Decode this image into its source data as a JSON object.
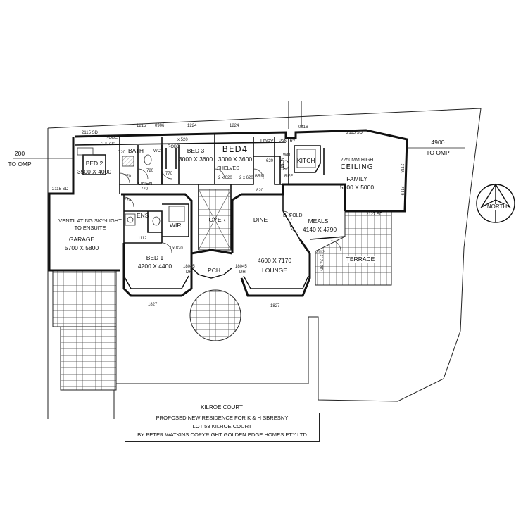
{
  "rooms": {
    "robe1": "ROBE",
    "bath": "BATH",
    "wc1": "WC",
    "robe2": "ROBE",
    "bed3": "BED 3",
    "bed3_size": "3000 X 3600",
    "bed4": "BED4",
    "bed4_size": "3000 X 3600",
    "shelves": "SHELVES",
    "ldry": "LDRY",
    "pantry": "PANTRY",
    "wc2": "WO",
    "kitch": "KITCH",
    "linen2": "LINEN",
    "ref": "REF",
    "brm": "BRM",
    "ceiling_note": "2250MM HIGH",
    "ceiling_note2": "CEILING",
    "family": "FAMILY",
    "family_size": "5200 X 5000",
    "bed2": "BED 2",
    "bed2_size": "3500 X 4000",
    "linen": "LINEN",
    "ens": "ENS",
    "wir": "WIR",
    "foyer": "FOYER",
    "dine": "DINE",
    "bifold": "BI-FOLD",
    "meals": "MEALS",
    "meals_size": "4140 X 4790",
    "vent_note": "VENTILATING SKY-LIGHT",
    "vent_note2": "TO ENSUITE",
    "garage": "GARAGE",
    "garage_size": "5700 X 5800",
    "bed1": "BED 1",
    "bed1_size": "4200 X 4400",
    "pch": "PCH",
    "lounge_size": "4600 X 7170",
    "lounge": "LOUNGE",
    "terrace": "TERRACE"
  },
  "dims": {
    "d1215": "1215",
    "d0906": "0906",
    "d1224a": "1224",
    "d1224b": "1224",
    "d0416": "0416",
    "d2115sd": "2115 SD",
    "d2115sd_b": "2115 SD",
    "d2115sd_c": "2115 SD",
    "d2x720": "2 x 720",
    "d520": "x 520",
    "d720a": "720",
    "d720b": "720",
    "d770a": "770",
    "d770b": "770",
    "d770c": "770",
    "d770d": "770",
    "d2x620": "2 x 620",
    "d2x620b": "2 x 620",
    "d620": "620",
    "d820": "820",
    "d2118": "2118",
    "d2119": "2119",
    "d2127sd": "2127 SD",
    "d2112": "2112",
    "d2124sd": "2124 SD",
    "d1112": "1112",
    "d2x820": "2 x 820",
    "d18045a": "18045",
    "d18045b": "18045",
    "d1827a": "1827",
    "d1827b": "1827",
    "dh": "DH",
    "dh2": "DH"
  },
  "setbacks": {
    "left_value": "200",
    "left_label": "TO OMP",
    "right_value": "4900",
    "right_label": "TO OMP"
  },
  "compass": {
    "label": "NORTH"
  },
  "street": "KILROE COURT",
  "title_block": {
    "line1": "PROPOSED NEW RESIDENCE FOR K & H SBRESNY",
    "line2": "LOT 53 KILROE COURT",
    "line3": "BY PETER WATKINS COPYRIGHT GOLDEN EDGE HOMES PTY LTD"
  }
}
